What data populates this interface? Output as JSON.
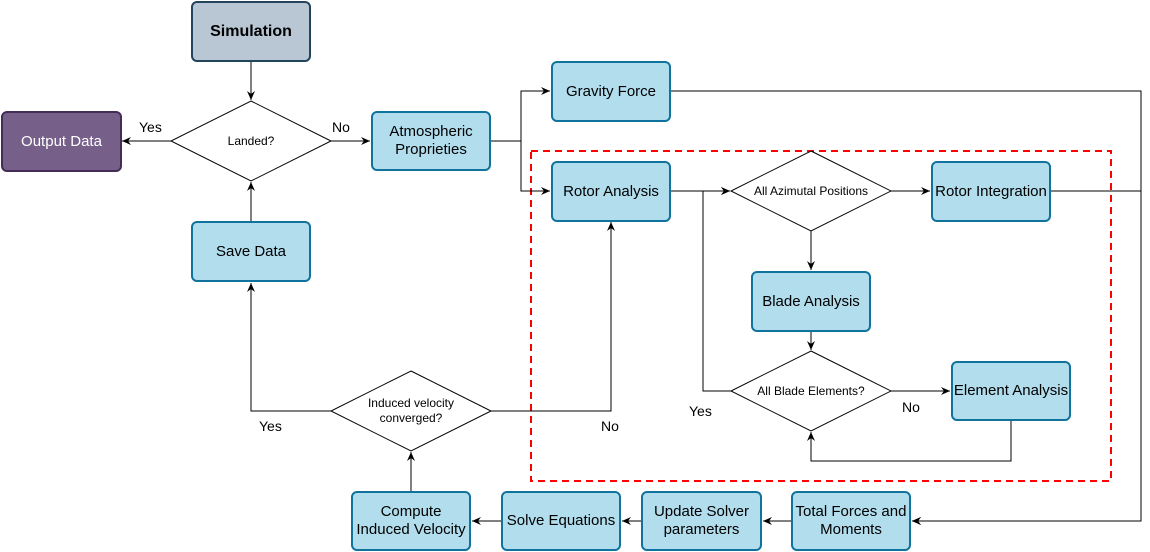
{
  "nodes": {
    "simulation": "Simulation",
    "output_data": "Output Data",
    "landed": "Landed?",
    "atmospheric": "Atmospheric\nProprieties",
    "gravity_force": "Gravity Force",
    "rotor_analysis": "Rotor Analysis",
    "all_azimutal": "All Azimutal Positions",
    "rotor_integration": "Rotor Integration",
    "blade_analysis": "Blade Analysis",
    "all_blade_elements": "All Blade Elements?",
    "element_analysis": "Element Analysis",
    "save_data": "Save Data",
    "induced_converged": "Induced velocity\nconverged?",
    "compute_induced": "Compute\nInduced Velocity",
    "solve_equations": "Solve Equations",
    "update_solver": "Update Solver\nparameters",
    "total_forces": "Total Forces and\nMoments"
  },
  "edge_labels": {
    "landed_yes": "Yes",
    "landed_no": "No",
    "converged_yes": "Yes",
    "converged_no": "No",
    "blade_yes": "Yes",
    "blade_no": "No"
  },
  "colors": {
    "process_fill": "#b1dded",
    "process_stroke": "#10739e",
    "start_fill": "#b9c7d5",
    "start_stroke": "#23445d",
    "output_fill": "#76608a",
    "output_stroke": "#432d57",
    "region_border": "#ff0000"
  }
}
